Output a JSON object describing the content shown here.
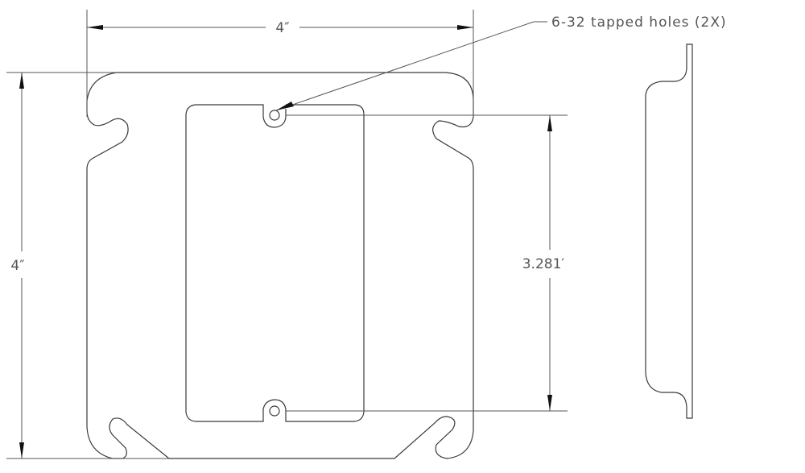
{
  "dimensions": {
    "width_label": "4″",
    "height_label": "4″",
    "hole_spacing_label": "3.281′"
  },
  "callout": {
    "text": "6-32 tapped holes (2X)"
  },
  "colors": {
    "line": "#3a3a3a",
    "text": "#555555",
    "background": "#ffffff"
  }
}
